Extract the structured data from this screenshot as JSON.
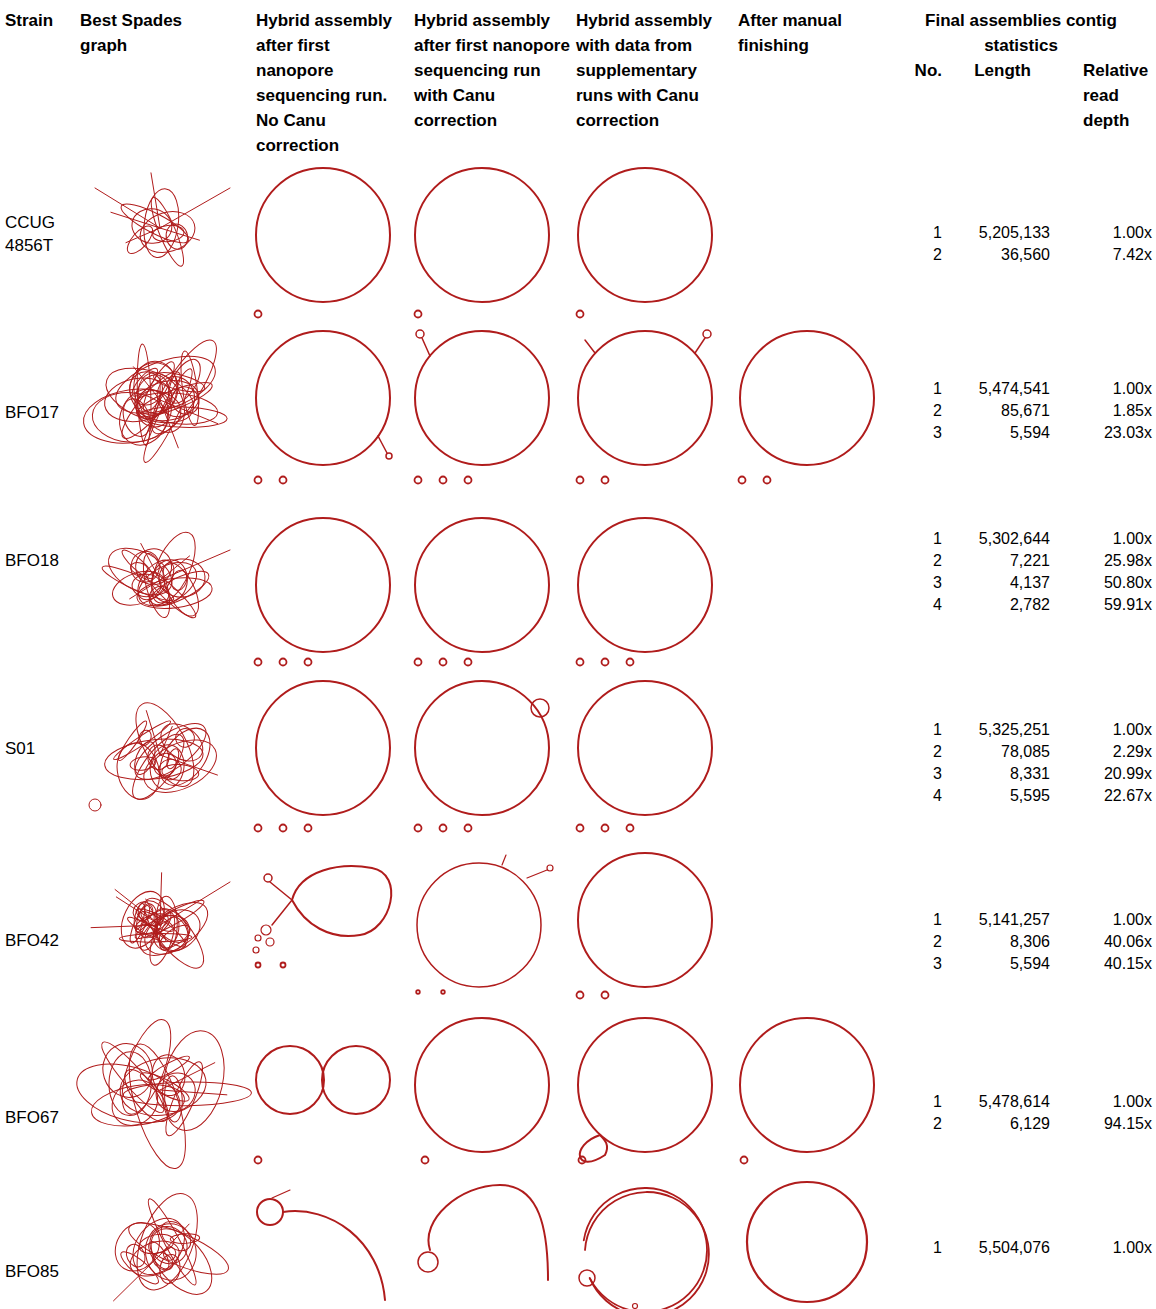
{
  "diagram": {
    "labels": [
      "Strain",
      "Best Spades graph",
      "Hybrid assembly after first nanopore sequencing run. No Canu correction",
      "Hybrid assembly after first nanopore sequencing run with Canu correction",
      "Hybrid assembly with data from supplementary runs with Canu correction",
      "After manual finishing",
      "Final assemblies contig statistics",
      "No.",
      "Length",
      "Relative read depth",
      "CCUG 4856T",
      "1",
      "5,205,133",
      "1.00x",
      "2",
      "36,560",
      "7.42x",
      "BFO17",
      "1",
      "5,474,541",
      "1.00x",
      "2",
      "85,671",
      "1.85x",
      "3",
      "5,594",
      "23.03x",
      "BFO18",
      "1",
      "5,302,644",
      "1.00x",
      "2",
      "7,221",
      "25.98x",
      "3",
      "4,137",
      "50.80x",
      "4",
      "2,782",
      "59.91x",
      "S01",
      "1",
      "5,325,251",
      "1.00x",
      "2",
      "78,085",
      "2.29x",
      "3",
      "8,331",
      "20.99x",
      "4",
      "5,595",
      "22.67x",
      "BFO42",
      "1",
      "5,141,257",
      "1.00x",
      "2",
      "8,306",
      "40.06x",
      "3",
      "5,594",
      "40.15x",
      "BFO67",
      "1",
      "5,478,614",
      "1.00x",
      "2",
      "6,129",
      "94.15x",
      "BFO85",
      "1",
      "5,504,076",
      "1.00x"
    ]
  }
}
